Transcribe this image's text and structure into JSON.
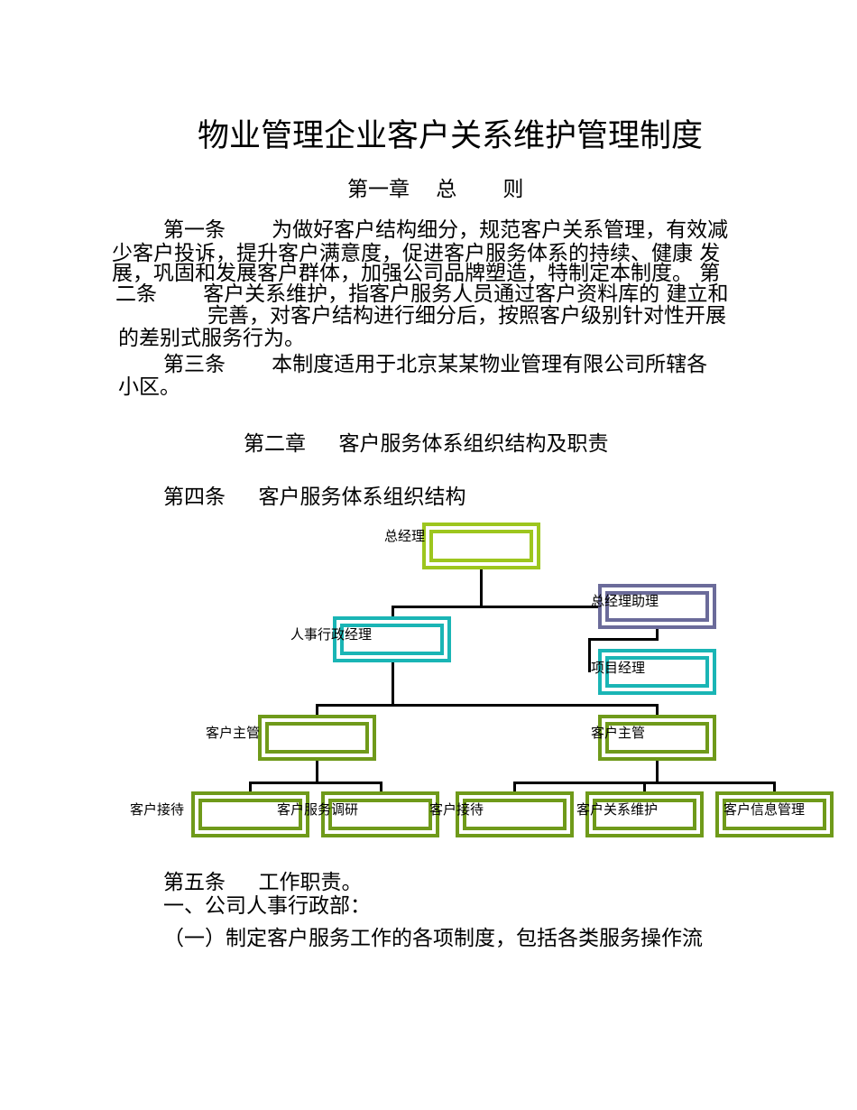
{
  "document": {
    "title": "物业管理企业客户关系维护管理制度",
    "chapter1": "第一章    总       则",
    "para_lines": [
      "第一条       为做好客户结构细分，规范客户关系管理，有效减",
      "少客户投诉，提升客户满意度，促进客户服务体系的持续、健康 发",
      "展，巩固和发展客户群体，加强公司品牌塑造，特制定本制度。 第",
      "二条       客户关系维护，指客户服务人员通过客户资料库的 建立和",
      "完善，对客户结构进行细分后，按照客户级别针对性开展",
      "的差别式服务行为。",
      "第三条       本制度适用于北京某某物业管理有限公司所辖各",
      "小区。"
    ],
    "chapter2": "第二章     客户服务体系组织结构及职责",
    "article4": "第四条     客户服务体系组织结构",
    "article5": "第五条     工作职责。",
    "section1": "一、公司人事行政部：",
    "item1": "（一）制定客户服务工作的各项制度，包括各类服务操作流"
  },
  "org_chart": {
    "colors": {
      "lime": "#9dc61e",
      "slate": "#6b6b9a",
      "teal": "#1ab5b5",
      "olive": "#6f9a1a",
      "connector": "#000000"
    },
    "nodes": {
      "gm": "总经理",
      "gm_assistant": "总经理助理",
      "hr_manager": "人事行政经理",
      "project_manager": "项目经理",
      "supervisor_left": "客户主管",
      "supervisor_right": "客户主管",
      "reception_left": "客户接待",
      "service_research": "客户服务调研",
      "reception_right": "客户接待",
      "relationship": "客户关系维护",
      "info_mgmt": "客户信息管理"
    }
  }
}
